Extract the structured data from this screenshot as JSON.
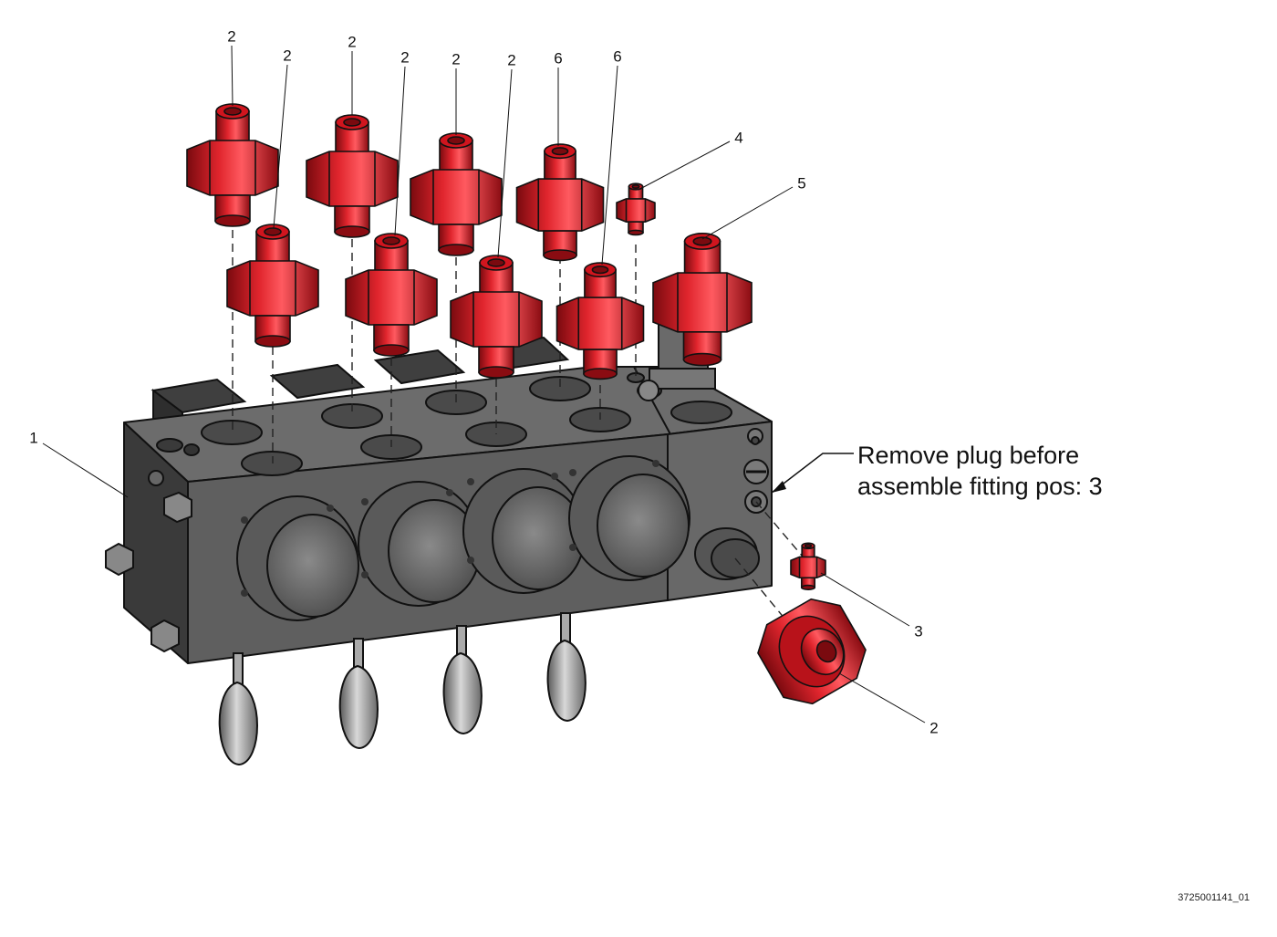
{
  "callouts": [
    "2",
    "2",
    "2",
    "2",
    "2",
    "2",
    "6",
    "6",
    "4",
    "5",
    "1",
    "3",
    "2"
  ],
  "note": {
    "line1": "Remove plug before",
    "line2": "assemble fitting pos: 3"
  },
  "document_id": "3725001141_01",
  "colors": {
    "fitting_red": "#d0151e",
    "block_gray": "#646464",
    "outline": "#111111"
  }
}
